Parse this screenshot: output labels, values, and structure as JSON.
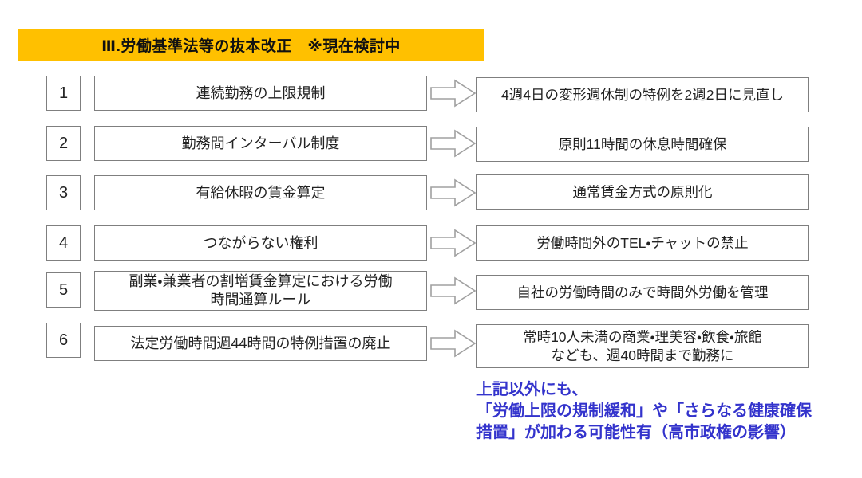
{
  "header": {
    "title": "Ⅲ.労働基準法等の抜本改正　※現在検討中",
    "bg_color": "#FFC000"
  },
  "rows": [
    {
      "num": "1",
      "topic": "連続勤務の上限規制",
      "detail": "4週4日の変形週休制の特例を2週2日に見直し"
    },
    {
      "num": "2",
      "topic": "勤務間インターバル制度",
      "detail": "原則11時間の休息時間確保"
    },
    {
      "num": "3",
      "topic": "有給休暇の賃金算定",
      "detail": "通常賃金方式の原則化"
    },
    {
      "num": "4",
      "topic": "つながらない権利",
      "detail": "労働時間外のTEL・チャットの禁止"
    },
    {
      "num": "5",
      "topic": "副業・兼業者の割増賃金算定における労働\n時間通算ルール",
      "detail": "自社の労働時間のみで時間外労働を管理"
    },
    {
      "num": "6",
      "topic": "法定労働時間週44時間の特例措置の廃止",
      "detail": "常時10人未満の商業・理美容・飲食・旅館\nなども、週40時間まで勤務に"
    }
  ],
  "footnote": {
    "text": "上記以外にも、\n「労働上限の規制緩和」や「さらなる健康確保\n措置」が加わる可能性有（高市政権の影響）",
    "color": "#3333CC"
  },
  "icons": {
    "arrow": "block-arrow-right"
  }
}
